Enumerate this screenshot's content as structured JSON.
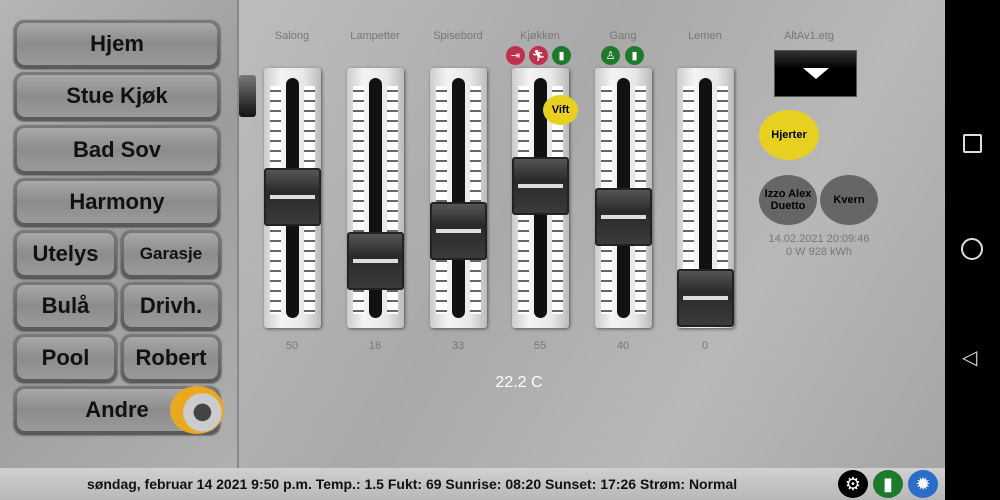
{
  "menu": [
    "Hjem",
    "Stue Kjøk",
    "Bad Sov",
    "Harmony",
    "Utelys",
    "Garasje",
    "Bulå",
    "Drivh.",
    "Pool",
    "Robert",
    "Andre"
  ],
  "sliders": [
    {
      "label": "Salong",
      "value": 50
    },
    {
      "label": "Lampetter",
      "value": 18
    },
    {
      "label": "Spisebord",
      "value": 33
    },
    {
      "label": "Kjøkken",
      "value": 55
    },
    {
      "label": "Gang",
      "value": 40
    },
    {
      "label": "Lemen",
      "value": 0
    }
  ],
  "vift": "Vift",
  "dropdown_label": "AltAv1.etg",
  "hjerter": "Hjerter",
  "izzo": "Izzo Alex Duetto",
  "kvern": "Kvern",
  "timestamp": "14.02.2021 20:09:46",
  "power": "0 W  928 kWh",
  "temperature": "22.2 C",
  "status": "søndag, februar 14 2021 9:50 p.m.  Temp.: 1.5 Fukt: 69  Sunrise: 08:20 Sunset: 17:26 Strøm: Normal",
  "colors": {
    "yellow": "#e8d020",
    "red": "#c0304a",
    "green": "#1d7a2a"
  }
}
